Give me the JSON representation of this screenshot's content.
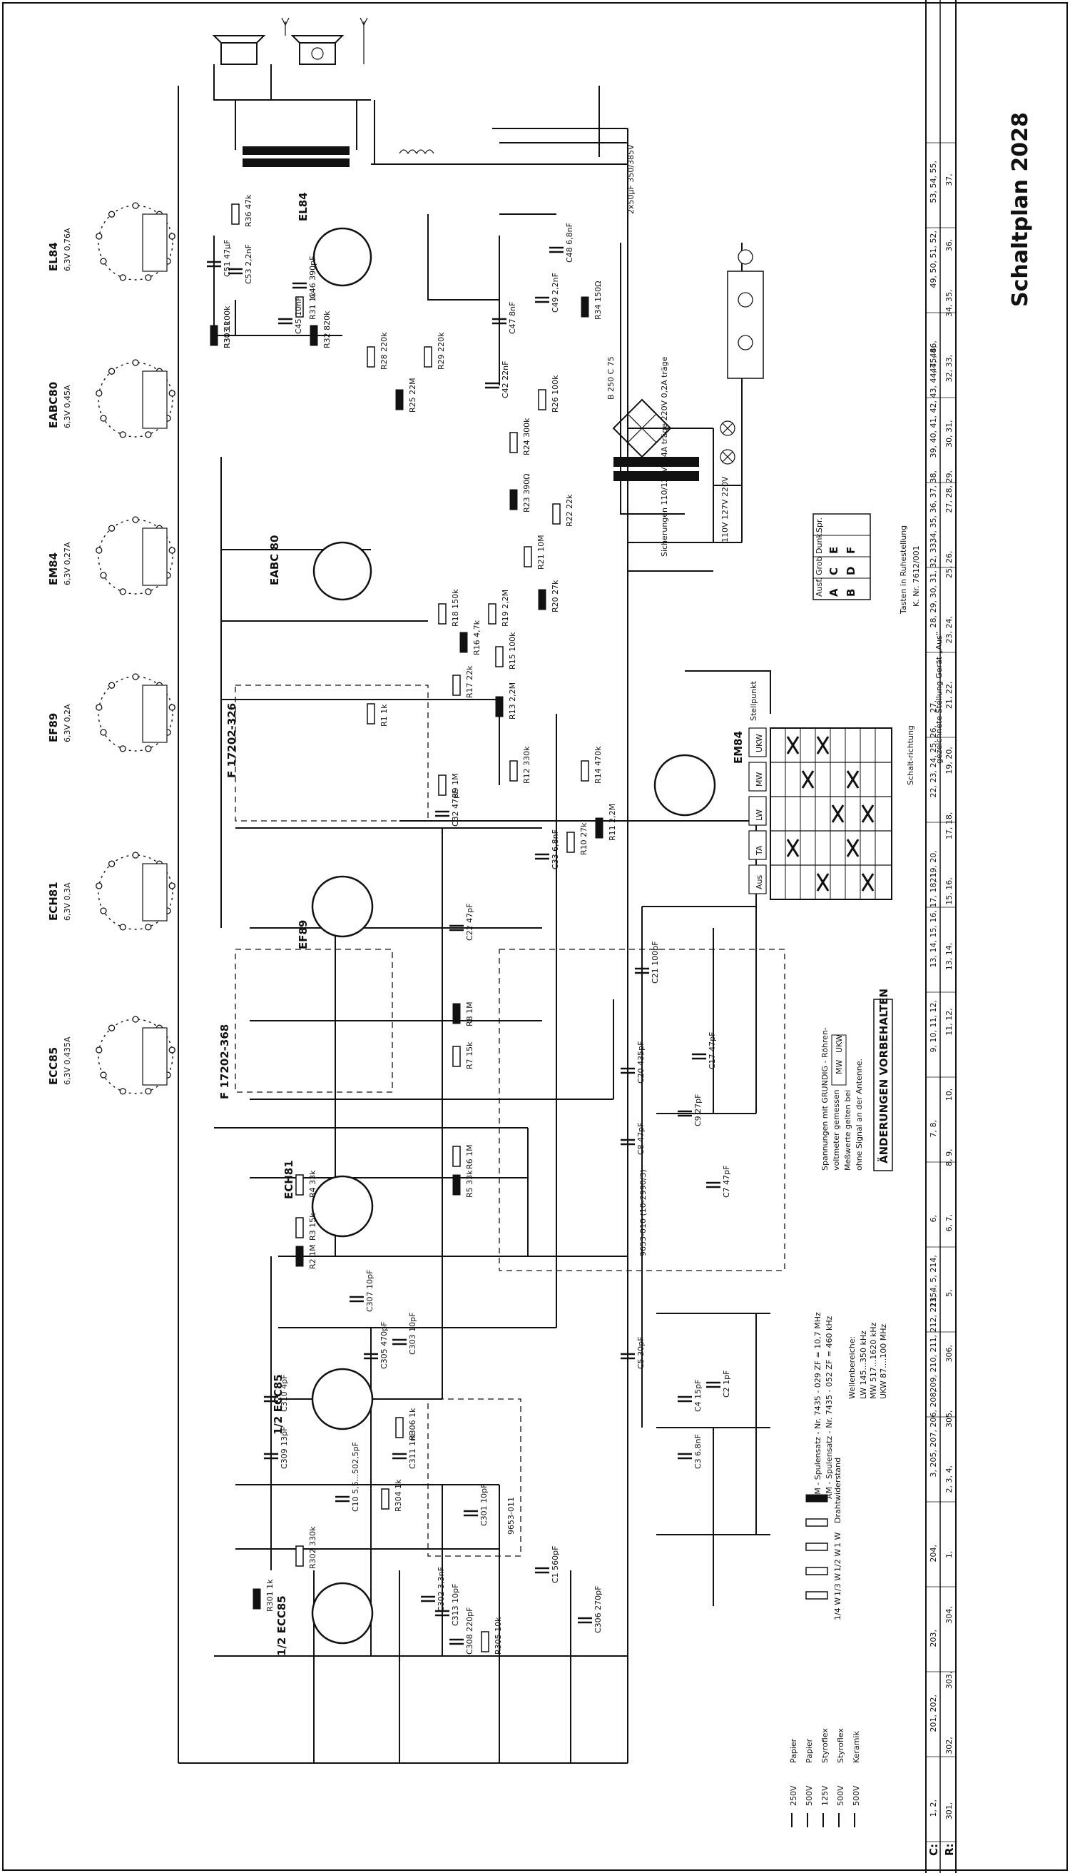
{
  "title": "Schaltplan 2028",
  "tube_sockets": [
    {
      "name": "ECC85",
      "heater": "6,3V 0,435A"
    },
    {
      "name": "ECH81",
      "heater": "6,3V 0,3A"
    },
    {
      "name": "EF89",
      "heater": "6,3V 0,2A"
    },
    {
      "name": "EM84",
      "heater": "6,3V 0,27A"
    },
    {
      "name": "EABC80",
      "heater": "6,3V 0,45A"
    },
    {
      "name": "EL84",
      "heater": "6,3V 0,76A"
    }
  ],
  "tube_labels": [
    "1/2 ECC85",
    "1/2 ECC85",
    "ECH81",
    "EF89",
    "EABC 80",
    "EL84",
    "EM84"
  ],
  "filters": [
    "F 17202-368",
    "F 17202-326",
    "9653-011",
    "9653-010 (10-2990/3)"
  ],
  "notes": [
    "Spannungen mit GRUNDIG - Röhren-",
    "voltmeter gemessen",
    "Meßwerte gelten bei",
    "ohne Signal an der Antenne.",
    "ÄNDERUNGEN VORBEHALTEN"
  ],
  "bands": [
    "MW",
    "UKW"
  ],
  "coil_sets": [
    "FM - Spulensatz - Nr. 7435 - 029   ZF = 10,7 MHz",
    "AM - Spulensatz - Nr. 7435 - 052   ZF = 460 kHz"
  ],
  "wave_ranges": {
    "heading": "Wellenbereiche:",
    "items": [
      "LW 145...350 kHz",
      "MW 517...1620 kHz",
      "UKW 87....100 MHz"
    ]
  },
  "switch_table": {
    "columns": [
      "Aus",
      "TA",
      "LW",
      "MW",
      "UKW"
    ],
    "caption": "gezeichnete Stellung Gerät „Aus“",
    "side_label": "Schalt-richtung",
    "top_label": "Stellpunkt"
  },
  "key_table": {
    "headers": [
      "Ausf.",
      "Grob",
      "Dunk.",
      "Spr."
    ],
    "letters": [
      "A",
      "B",
      "C",
      "D",
      "E",
      "F"
    ],
    "caption": "Tasten in Ruhestellung",
    "number": "K. Nr. 7612/001"
  },
  "power": {
    "rectifier": "B 250 C 75",
    "fuse": "Sicherungen 110/127V 0,4A träge  220V 0,2A träge",
    "mains": "110V 127V 220V",
    "capacitor": "2x50µF 350/385V"
  },
  "grid_rows": [
    {
      "label": "C:",
      "cells": [
        "1, 2,",
        "201, 202,",
        "203,",
        "204,",
        "3, 205, 207, 206, 208,",
        "209, 210, 211, 212, 213, 4, 5, 214,",
        "215,",
        "6,",
        "7, 8,",
        "9, 10, 11, 12,",
        "13, 14, 15, 16, 17, 18, 19, 20,",
        "21,",
        "22, 23, 24, 25, 26,",
        "27,",
        "28, 29, 30, 31, 32, 33,",
        "34, 35, 36, 37, 38,",
        "39, 40, 41, 42, 43, 44, 45, 46,",
        "47, 48,",
        "49, 50, 51, 52,",
        "53, 54, 55,"
      ]
    },
    {
      "label": "R:",
      "cells": [
        "301,",
        "302,",
        "303,",
        "304,",
        "1,",
        "2, 3, 4,",
        "305,",
        "306,",
        "5,",
        "6, 7,",
        "8, 9,",
        "10,",
        "11, 12,",
        "13, 14,",
        "15, 16,",
        "17, 18,",
        "19, 20,",
        "21, 22,",
        "23, 24,",
        "25, 26,",
        "27, 28, 29,",
        "30, 31,",
        "32, 33,",
        "34, 35,",
        "36,",
        "37,"
      ]
    }
  ],
  "legend": {
    "resistors": [
      "1/4 W",
      "1/3 W",
      "1/2 W",
      "1 W",
      "Drahtwiderstand"
    ],
    "capacitors": [
      {
        "voltage": "250V",
        "type": "Papier"
      },
      {
        "voltage": "500V",
        "type": "Papier"
      },
      {
        "voltage": "125V",
        "type": "Styroflex"
      },
      {
        "voltage": "500V",
        "type": "Styroflex"
      },
      {
        "voltage": "500V",
        "type": "Keramik"
      }
    ]
  },
  "component_labels": [
    "R30 1k",
    "R36 47k",
    "C51 47µF",
    "C53 2,2nF",
    "R28 220k",
    "R29 220k",
    "R25 22M",
    "C42 22nF",
    "R31 1k",
    "R32 820k",
    "C45 10nF",
    "C46 390pF",
    "C47 8nF",
    "C49 2,2nF",
    "C48 6,8nF",
    "R34 150Ω",
    "R26 100k",
    "R24 300k",
    "R23 390Ω",
    "R22 22k",
    "R21 10M",
    "R20 27k",
    "R19 2,2M",
    "R18 150k",
    "R16 4,7k",
    "R15 100k",
    "R17 22k",
    "R13 2,2M",
    "R12 330k",
    "R14 470k",
    "R11 2,2M",
    "R10 27k",
    "R9 1M",
    "R8 1M",
    "R7 15k",
    "R6 1M",
    "R5 33k",
    "R4 33k",
    "R3 15k",
    "R2 1M",
    "R1 1k",
    "C32 47pF",
    "C33 6,8nF",
    "C22 47pF",
    "C21 100pF",
    "C17 47pF",
    "C20 435pF",
    "C8 47pF",
    "C9 27pF",
    "C7 47pF",
    "C5 30pF",
    "C4 15pF",
    "C3 6,8nF",
    "C2 1pF",
    "C1 560pF",
    "C306 270pF",
    "C307 10pF",
    "C305 470pF",
    "C311 1nF",
    "C303 10pF",
    "C301 10pF",
    "C302 3,3nF",
    "C309 13pF",
    "C310 4pF",
    "C313 10pF",
    "C308 220pF",
    "C10 5,5...502,5pF",
    "R304 1k",
    "R302 330k",
    "R301 1k",
    "R305 10k",
    "R306 1k",
    "R303 100k"
  ]
}
